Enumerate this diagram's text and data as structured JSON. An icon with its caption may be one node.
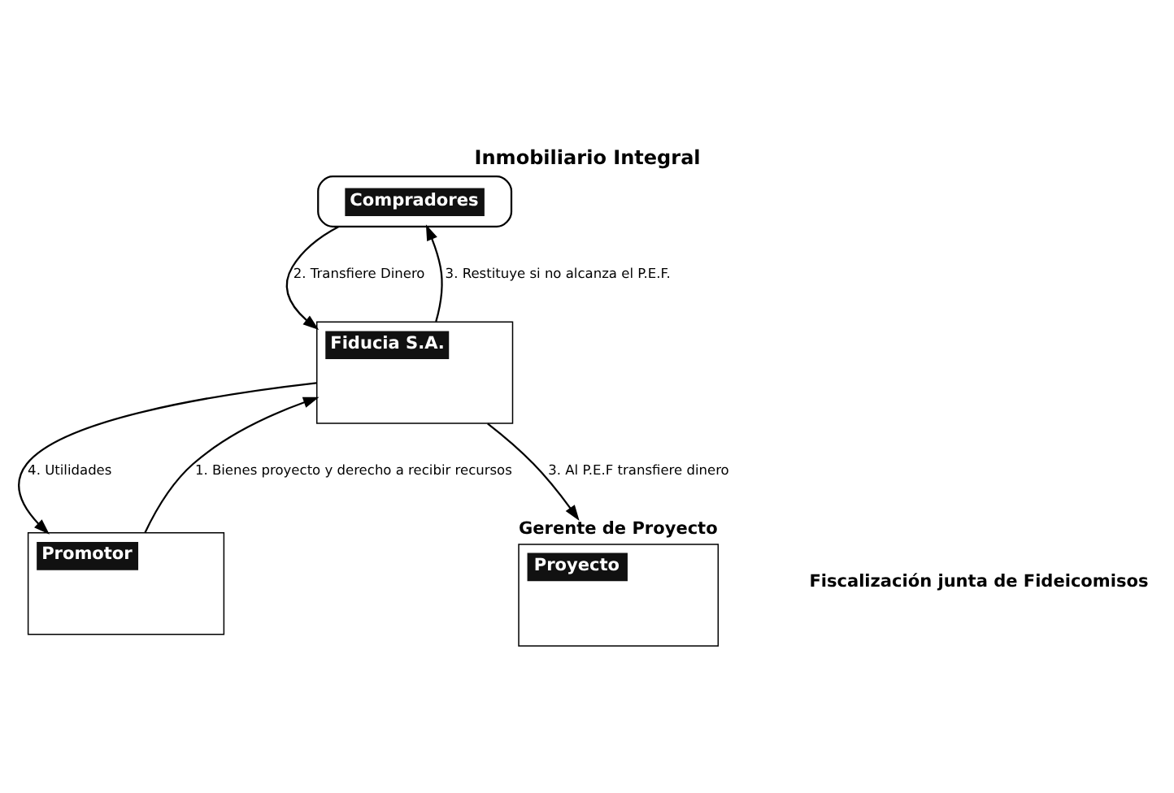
{
  "diagram": {
    "title": "Inmobiliario Integral",
    "nodes": [
      {
        "text": [
          "Compradores"
        ]
      },
      {
        "text": [
          "Promotor"
        ]
      },
      {
        "text": [
          "Proyecto"
        ],
        "beside": [
          "Gerente de Proyecto"
        ]
      },
      {
        "text": [
          "Fiducia S.A."
        ]
      }
    ],
    "edges": [
      {
        "from": 0,
        "to": 3,
        "arrow": "to",
        "label": "2. Transfiere Dinero"
      },
      {
        "from": 3,
        "to": 0,
        "arrow": "to",
        "label": "3. Restituye si no alcanza el P.E.F."
      },
      {
        "from": 3,
        "to": 1,
        "arrow": "to",
        "label": "4. Utilidades"
      },
      {
        "from": 1,
        "to": 3,
        "arrow": "to",
        "label": "1. Bienes proyecto y derecho a recibir recursos"
      },
      {
        "from": 3,
        "to": 2,
        "arrow": "to",
        "label": "3. Al P.E.F transfiere dinero"
      }
    ],
    "labels": [
      "Fiscalización junta de Fideicomisos"
    ]
  }
}
